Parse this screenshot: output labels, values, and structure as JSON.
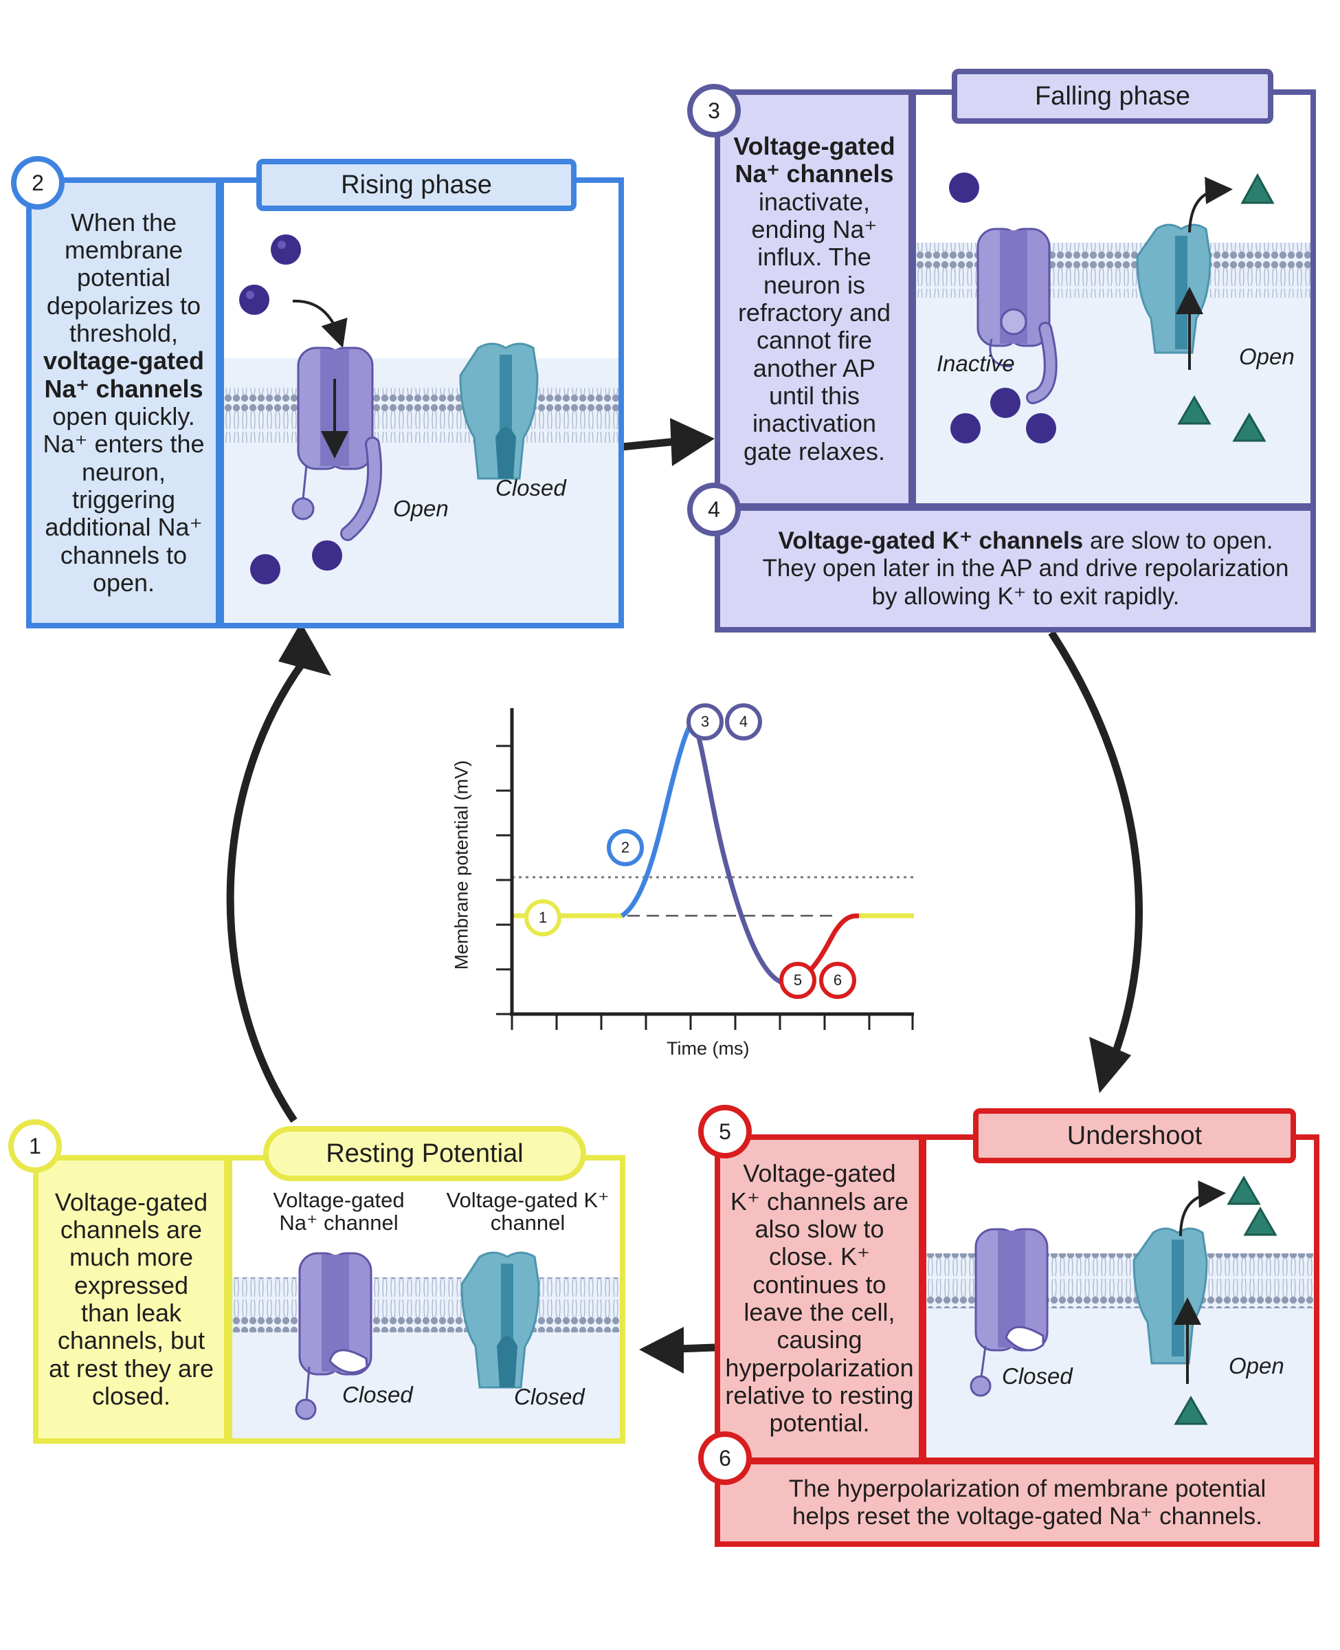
{
  "colors": {
    "blue": "#3f83e0",
    "purple": "#5b5a9e",
    "red": "#d81d1f",
    "yellow": "#e8e84a",
    "na_ion": "#3d2e8c",
    "k_ion": "#2b7f6e",
    "na_channel": "#a19ad8",
    "k_channel": "#73b4c9"
  },
  "rising": {
    "badge": "2",
    "title": "Rising phase",
    "desc": [
      {
        "t": "When the membrane potential depolarizes to threshold, ",
        "b": false
      },
      {
        "t": "voltage-gated Na⁺ channels",
        "b": true
      },
      {
        "t": " open quickly. Na⁺ enters the neuron, triggering additional Na⁺ channels to open.",
        "b": false
      }
    ],
    "label_open": "Open",
    "label_closed": "Closed"
  },
  "falling": {
    "badge": "3",
    "title": "Falling phase",
    "desc": [
      {
        "t": "Voltage-gated Na⁺ channels",
        "b": true
      },
      {
        "t": " inactivate, ending Na⁺ influx. The neuron is refractory and cannot fire another AP until this inactivation gate relaxes.",
        "b": false
      }
    ],
    "label_inactive": "Inactive",
    "label_open": "Open",
    "badge4": "4",
    "note": [
      {
        "t": "Voltage-gated K⁺ channels",
        "b": true
      },
      {
        "t": " are slow to open. They open later in the AP and drive repolarization by allowing K⁺ to exit rapidly.",
        "b": false
      }
    ]
  },
  "resting": {
    "badge": "1",
    "title": "Resting Potential",
    "desc": [
      {
        "t": "Voltage-gated channels are much more expressed than leak channels, but at rest they are closed.",
        "b": false
      }
    ],
    "na_caption": "Voltage-gated Na⁺ channel",
    "k_caption": "Voltage-gated K⁺ channel",
    "label_closed_na": "Closed",
    "label_closed_k": "Closed"
  },
  "undershoot": {
    "badge": "5",
    "title": "Undershoot",
    "desc": [
      {
        "t": "Voltage-gated K⁺ channels are also slow to close. K⁺ continues to leave the cell, causing hyperpolarization relative to resting potential.",
        "b": false
      }
    ],
    "label_closed": "Closed",
    "label_open": "Open",
    "badge6": "6",
    "note": [
      {
        "t": "The hyperpolarization of membrane potential helps reset the voltage-gated Na⁺ channels.",
        "b": false
      }
    ]
  },
  "graph": {
    "ylabel": "Membrane potential (mV)",
    "xlabel": "Time (ms)",
    "markers": [
      "1",
      "2",
      "3",
      "4",
      "5",
      "6"
    ]
  }
}
